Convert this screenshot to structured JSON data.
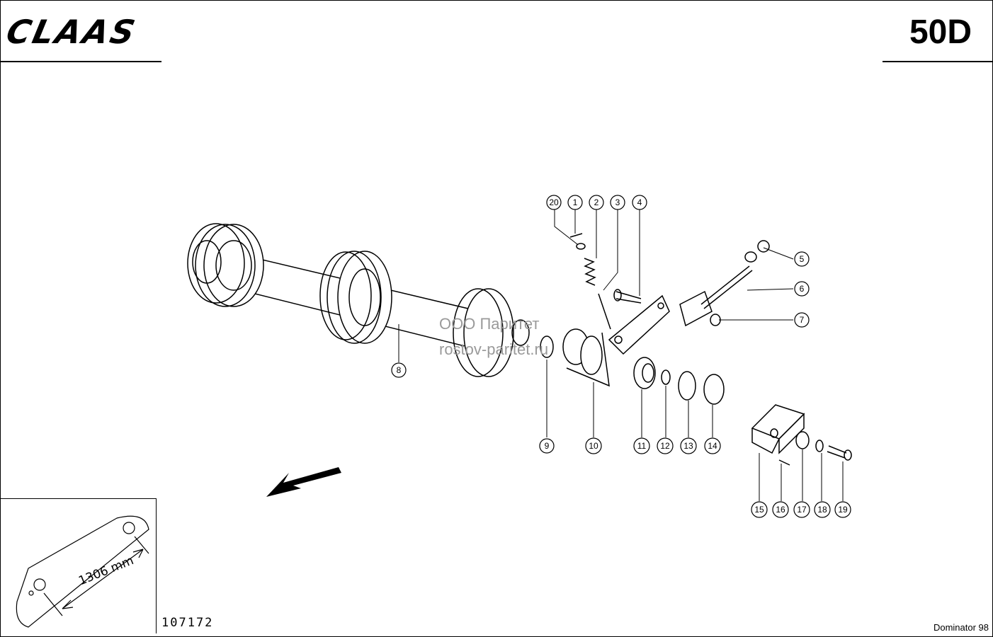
{
  "header": {
    "brand": "CLAAS",
    "page_code": "50D"
  },
  "footer": {
    "drawing_number": "107172",
    "machine": "Dominator 98"
  },
  "watermark": {
    "line1": "ООО Паритет",
    "line2": "rostov-paritet.ru"
  },
  "inset": {
    "dimension": "1306 mm"
  },
  "callouts": {
    "c1": "1",
    "c2": "2",
    "c3": "3",
    "c4": "4",
    "c5": "5",
    "c6": "6",
    "c7": "7",
    "c8": "8",
    "c9": "9",
    "c10": "10",
    "c11": "11",
    "c12": "12",
    "c13": "13",
    "c14": "14",
    "c15": "15",
    "c16": "16",
    "c17": "17",
    "c18": "18",
    "c19": "19",
    "c20": "20"
  }
}
